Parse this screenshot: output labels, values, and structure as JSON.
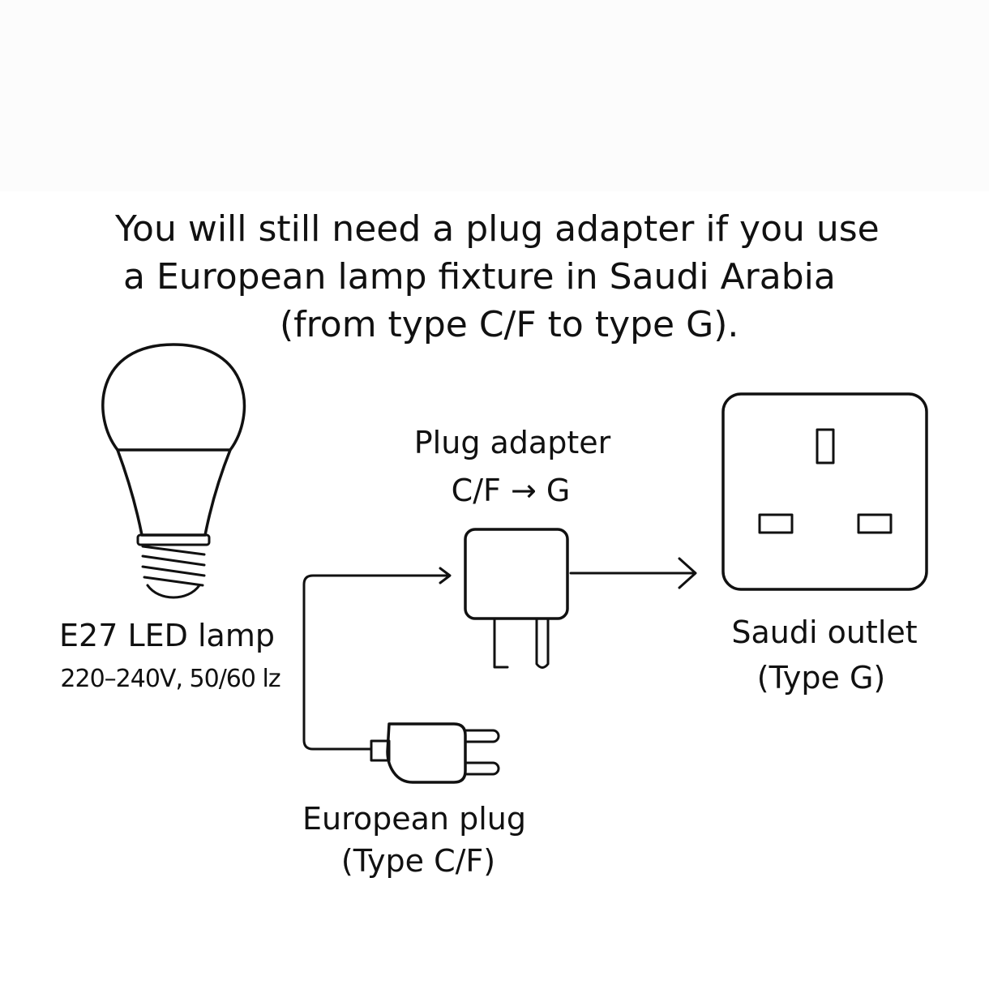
{
  "headline": {
    "line1": "You will still need a plug adapter if you use",
    "line2": "a European lamp fixture in Saudi Arabia",
    "line3": "(from type C/F to type G)."
  },
  "lamp": {
    "label": "E27 LED lamp",
    "spec": "220–240V, 50/60 lz"
  },
  "adapter": {
    "label": "Plug adapter",
    "conversion": "C/F → G"
  },
  "outlet": {
    "label": "Saudi outlet",
    "type": "(Type G)"
  },
  "european_plug": {
    "label": "European plug",
    "type": "(Type C/F)"
  },
  "colors": {
    "stroke": "#111111",
    "background": "#ffffff"
  },
  "icons": [
    "light-bulb-icon",
    "plug-adapter-icon",
    "european-plug-icon",
    "type-g-outlet-icon",
    "arrow-right-icon"
  ]
}
